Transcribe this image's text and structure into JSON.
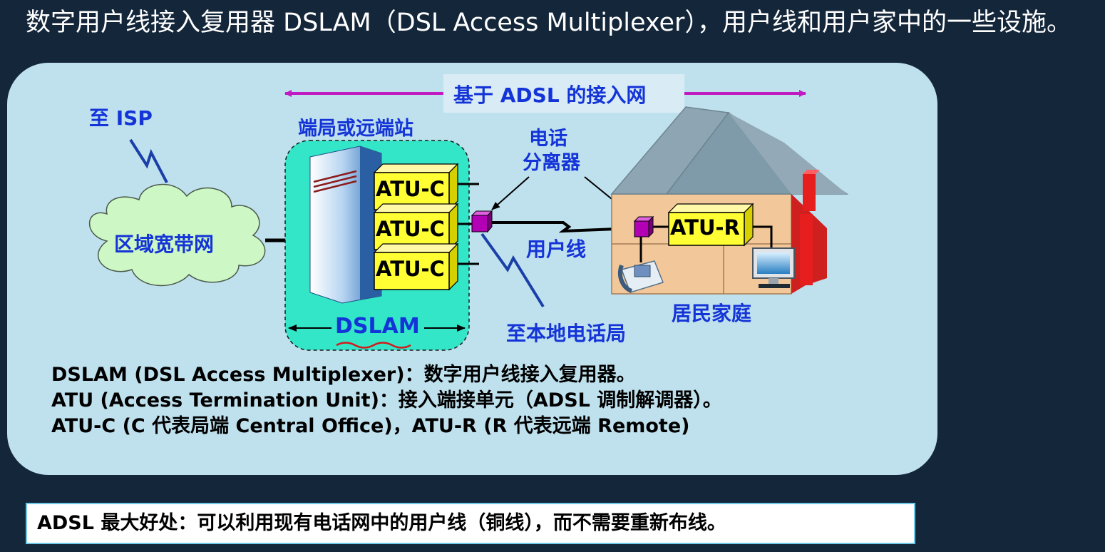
{
  "title": "数字用户线接入复用器 DSLAM（DSL Access Multiplexer），用户线和用户家中的一些设施。",
  "diagram": {
    "access_network_label": "基于 ADSL 的接入网",
    "to_isp": "至 ISP",
    "regional_network": "区域宽带网",
    "central_office_station": "端局或远端站",
    "dslam_label": "DSLAM",
    "atu_c_units": [
      "ATU-C",
      "ATU-C",
      "ATU-C"
    ],
    "splitter_label": [
      "电话",
      "分离器"
    ],
    "subscriber_line": "用户线",
    "to_local_exchange": "至本地电话局",
    "atu_r": "ATU-R",
    "residence": "居民家庭"
  },
  "notes": [
    "DSLAM (DSL Access Multiplexer)：数字用户线接入复用器。",
    "ATU (Access Termination Unit)：接入端接单元（ADSL 调制解调器）。",
    "ATU-C (C 代表局端 Central Office)，ATU-R (R 代表远端 Remote)"
  ],
  "bottom_note": "ADSL 最大好处：可以利用现有电话网中的用户线（铜线），而不需要重新布线。",
  "colors": {
    "background": "#14263a",
    "panel": "#bfe1ee",
    "label_blue": "#1434d8",
    "arrow_magenta": "#c21ac2",
    "atu_yellow": "#ffff33",
    "dslam_box": "#33e6c8",
    "splitter": "#b400b4"
  }
}
